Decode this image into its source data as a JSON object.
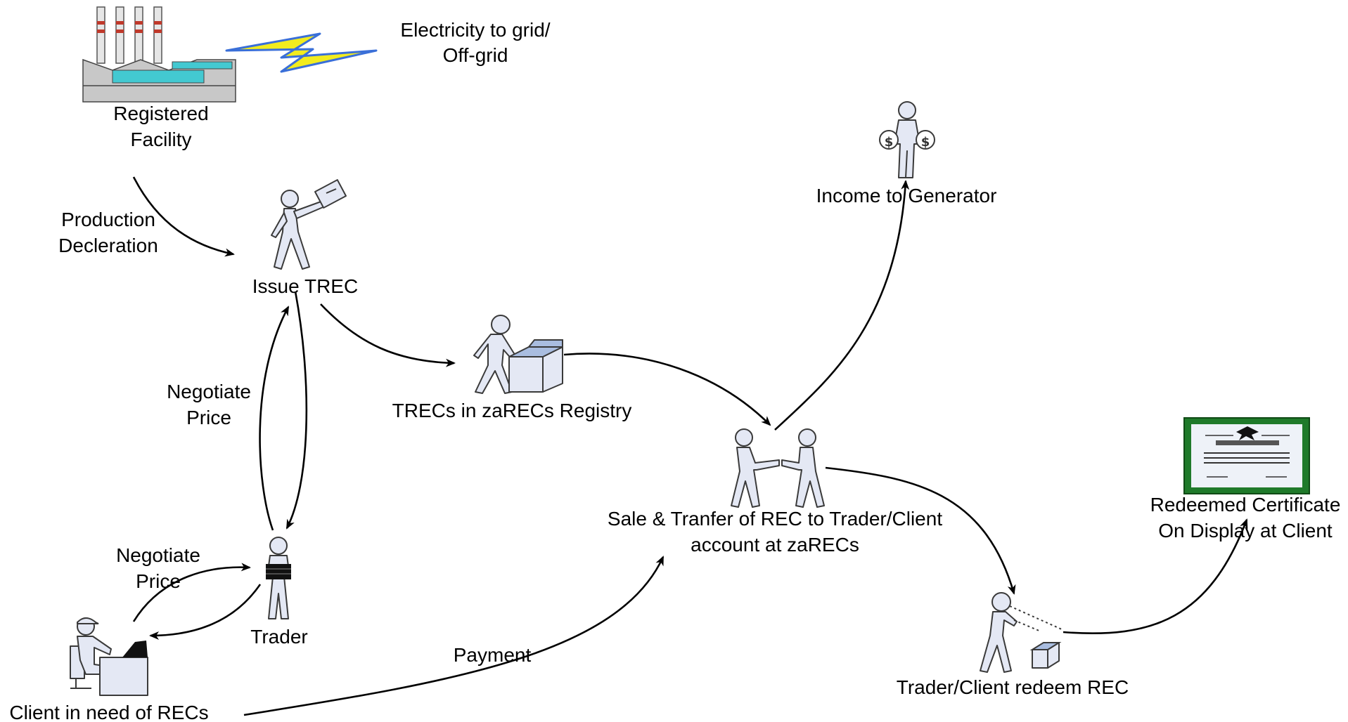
{
  "nodes": {
    "facility": {
      "lines": [
        "Registered",
        "Facility"
      ]
    },
    "electricity": {
      "lines": [
        "Electricity to grid/",
        "Off-grid"
      ]
    },
    "issue_trec": {
      "lines": [
        "Issue TREC"
      ]
    },
    "registry": {
      "lines": [
        "TRECs in zaRECs Registry"
      ]
    },
    "income": {
      "lines": [
        "Income to Generator"
      ]
    },
    "sale": {
      "lines": [
        "Sale & Tranfer of REC to Trader/Client",
        "account at zaRECs"
      ]
    },
    "certificate": {
      "lines": [
        "Redeemed Certificate",
        "On Display at Client"
      ]
    },
    "trader": {
      "lines": [
        "Trader"
      ]
    },
    "client": {
      "lines": [
        "Client in need of RECs"
      ]
    },
    "redeem": {
      "lines": [
        "Trader/Client redeem REC"
      ]
    }
  },
  "edges": {
    "production": {
      "lines": [
        "Production",
        "Decleration"
      ]
    },
    "negotiate_upper": {
      "lines": [
        "Negotiate",
        "Price"
      ]
    },
    "negotiate_lower": {
      "lines": [
        "Negotiate",
        "Price"
      ]
    },
    "payment": {
      "lines": [
        "Payment"
      ]
    }
  },
  "colors": {
    "figure_fill": "#e4e8f4",
    "outline": "#3a3a3a",
    "bolt": "#f2ec1e",
    "certificate_border": "#1f7a2a",
    "factory_window": "#43c9d1",
    "chimney_stripe": "#c0392b"
  },
  "icons": [
    "factory-icon",
    "lightning-icon",
    "person-certificate-icon",
    "person-box-icon",
    "person-money-icon",
    "handshake-icon",
    "certificate-icon",
    "person-redeem-icon",
    "trader-icon",
    "client-desk-icon"
  ]
}
